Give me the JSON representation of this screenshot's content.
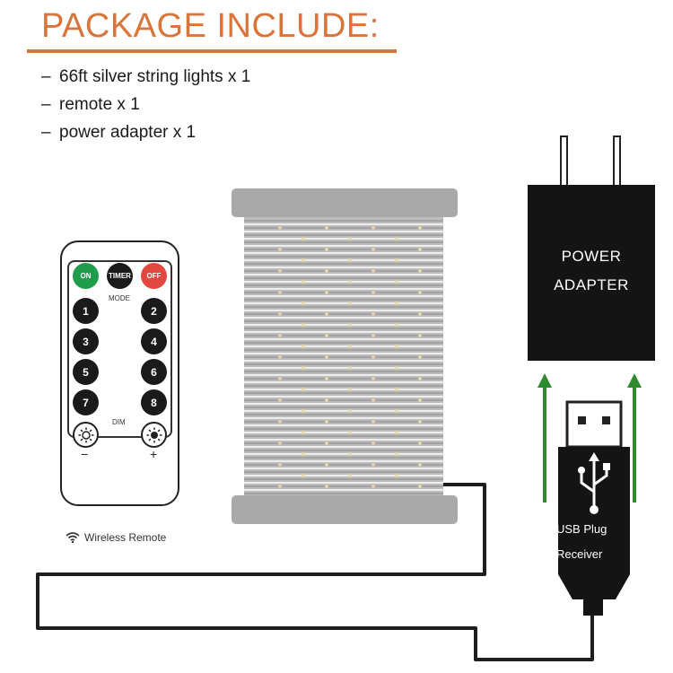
{
  "heading": "PACKAGE INCLUDE:",
  "package_items": [
    "66ft silver string lights x 1",
    "remote x 1",
    "power adapter x 1"
  ],
  "adapter": {
    "line1": "POWER",
    "line2": "ADAPTER"
  },
  "remote": {
    "on_label": "ON",
    "timer_label": "TIMER",
    "off_label": "OFF",
    "mode_label": "MODE",
    "dim_label": "DIM",
    "numbers": [
      "1",
      "2",
      "3",
      "4",
      "5",
      "6",
      "7",
      "8"
    ],
    "minus": "−",
    "plus": "+",
    "caption": "Wireless Remote"
  },
  "usb": {
    "line1": "USB Plug",
    "line2": "Receiver"
  },
  "colors": {
    "heading": "#d9743a",
    "arrow": "#2e8b2e",
    "on_button": "#1f9d4a",
    "off_button": "#e2483f",
    "spool": "#a9a9a9"
  }
}
